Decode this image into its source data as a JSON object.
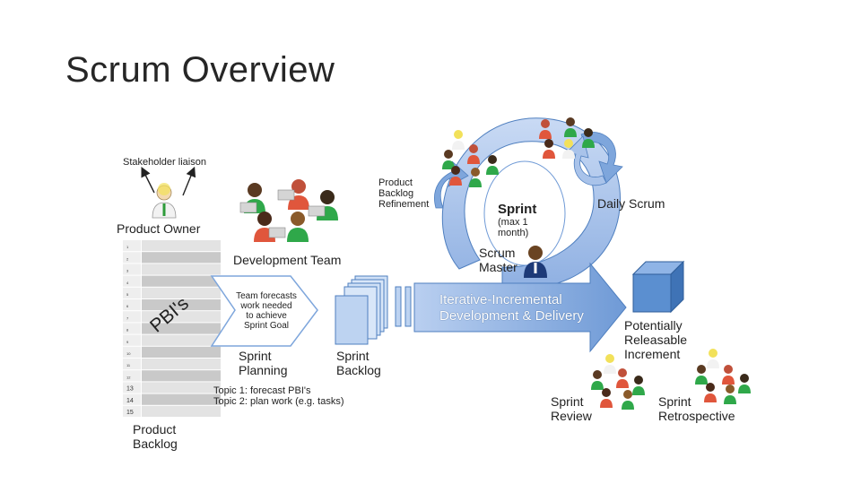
{
  "slide": {
    "title": "Scrum Overview"
  },
  "labels": {
    "stakeholder_liaison": "Stakeholder liaison",
    "product_owner": "Product Owner",
    "development_team": "Development Team",
    "product_backlog_refinement": [
      "Product",
      "Backlog",
      "Refinement"
    ],
    "sprint": "Sprint",
    "sprint_duration": [
      "(max 1",
      "month)"
    ],
    "scrum_master": [
      "Scrum",
      "Master"
    ],
    "daily_scrum": "Daily Scrum",
    "team_forecasts": [
      "Team forecasts",
      "work needed",
      "to achieve",
      "Sprint Goal"
    ],
    "sprint_planning": [
      "Sprint",
      "Planning"
    ],
    "sprint_backlog": [
      "Sprint",
      "Backlog"
    ],
    "iterative_incremental": [
      "Iterative-Incremental",
      "Development & Delivery"
    ],
    "potentially_releasable_increment": [
      "Potentially",
      "Releasable",
      "Increment"
    ],
    "topics": [
      "Topic 1: forecast PBI's",
      "Topic 2: plan work (e.g. tasks)"
    ],
    "product_backlog": [
      "Product",
      "Backlog"
    ],
    "pbis": "PBI's",
    "sprint_review": [
      "Sprint",
      "Review"
    ],
    "sprint_retrospective": [
      "Sprint",
      "Retrospective"
    ]
  },
  "backlog_rows": [
    "1",
    "2",
    "3",
    "4",
    "5",
    "6",
    "7",
    "8",
    "9",
    "10",
    "11",
    "12",
    "13",
    "14",
    "15"
  ],
  "colors": {
    "arrow_blue": "#7ea6dc",
    "cycle_blue": "#a9c3ea",
    "increment_cube": "#5b8fd0",
    "row_light": "#e3e3e3",
    "row_dark": "#c9c9c9"
  }
}
